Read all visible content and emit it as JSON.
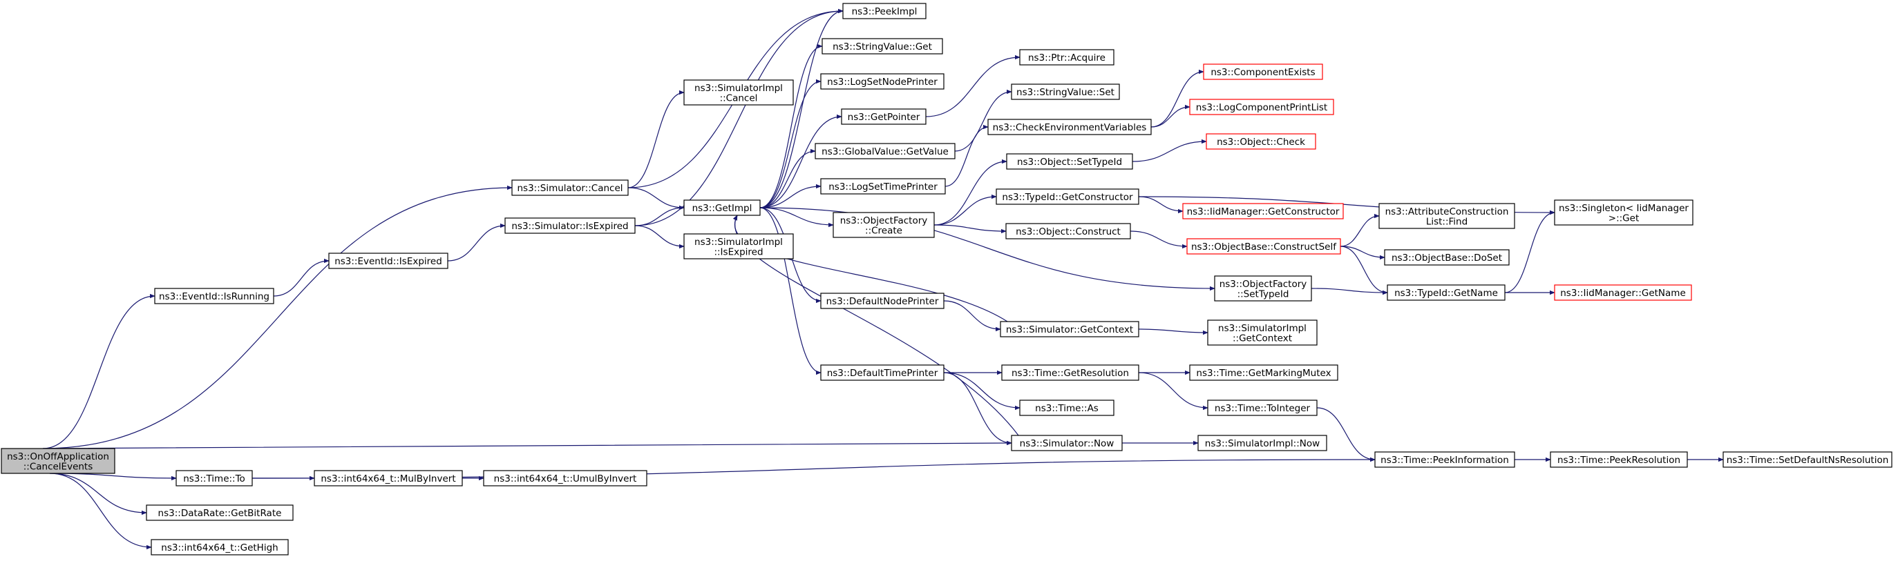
{
  "diagram": {
    "colors": {
      "edge": "#191970",
      "box_border": "#000000",
      "box_border_undocumented": "#ff0000",
      "root_fill": "#bfbfbf",
      "box_fill": "#ffffff"
    },
    "nodes": [
      {
        "id": "root",
        "lines": [
          "ns3::OnOffApplication",
          "::CancelEvents"
        ],
        "kind": "root"
      },
      {
        "id": "evRunning",
        "lines": [
          "ns3::EventId::IsRunning"
        ],
        "kind": "normal"
      },
      {
        "id": "timeTo",
        "lines": [
          "ns3::Time::To"
        ],
        "kind": "normal"
      },
      {
        "id": "getBitRate",
        "lines": [
          "ns3::DataRate::GetBitRate"
        ],
        "kind": "normal"
      },
      {
        "id": "getHigh",
        "lines": [
          "ns3::int64x64_t::GetHigh"
        ],
        "kind": "normal"
      },
      {
        "id": "evExpired",
        "lines": [
          "ns3::EventId::IsExpired"
        ],
        "kind": "normal"
      },
      {
        "id": "simCancel",
        "lines": [
          "ns3::Simulator::Cancel"
        ],
        "kind": "normal"
      },
      {
        "id": "simExpired",
        "lines": [
          "ns3::Simulator::IsExpired"
        ],
        "kind": "normal"
      },
      {
        "id": "mulByInvert",
        "lines": [
          "ns3::int64x64_t::MulByInvert"
        ],
        "kind": "normal"
      },
      {
        "id": "umulByInvert",
        "lines": [
          "ns3::int64x64_t::UmulByInvert"
        ],
        "kind": "normal"
      },
      {
        "id": "simImplCancel",
        "lines": [
          "ns3::SimulatorImpl",
          "::Cancel"
        ],
        "kind": "normal"
      },
      {
        "id": "getImpl",
        "lines": [
          "ns3::GetImpl"
        ],
        "kind": "normal"
      },
      {
        "id": "simImplExpired",
        "lines": [
          "ns3::SimulatorImpl",
          "::IsExpired"
        ],
        "kind": "normal"
      },
      {
        "id": "peekImpl",
        "lines": [
          "ns3::PeekImpl"
        ],
        "kind": "normal"
      },
      {
        "id": "strValGet",
        "lines": [
          "ns3::StringValue::Get"
        ],
        "kind": "normal"
      },
      {
        "id": "logSetNode",
        "lines": [
          "ns3::LogSetNodePrinter"
        ],
        "kind": "normal"
      },
      {
        "id": "getPointer",
        "lines": [
          "ns3::GetPointer"
        ],
        "kind": "normal"
      },
      {
        "id": "gvGetValue",
        "lines": [
          "ns3::GlobalValue::GetValue"
        ],
        "kind": "normal"
      },
      {
        "id": "logSetTime",
        "lines": [
          "ns3::LogSetTimePrinter"
        ],
        "kind": "normal"
      },
      {
        "id": "ofCreate",
        "lines": [
          "ns3::ObjectFactory",
          "::Create"
        ],
        "kind": "normal"
      },
      {
        "id": "defNodePrinter",
        "lines": [
          "ns3::DefaultNodePrinter"
        ],
        "kind": "normal"
      },
      {
        "id": "defTimePrinter",
        "lines": [
          "ns3::DefaultTimePrinter"
        ],
        "kind": "normal"
      },
      {
        "id": "ptrAcquire",
        "lines": [
          "ns3::Ptr::Acquire"
        ],
        "kind": "normal"
      },
      {
        "id": "strValSet",
        "lines": [
          "ns3::StringValue::Set"
        ],
        "kind": "normal"
      },
      {
        "id": "checkEnv",
        "lines": [
          "ns3::CheckEnvironmentVariables"
        ],
        "kind": "normal"
      },
      {
        "id": "objSetTypeId",
        "lines": [
          "ns3::Object::SetTypeId"
        ],
        "kind": "normal"
      },
      {
        "id": "typeIdGetCtor",
        "lines": [
          "ns3::TypeId::GetConstructor"
        ],
        "kind": "normal"
      },
      {
        "id": "objConstruct",
        "lines": [
          "ns3::Object::Construct"
        ],
        "kind": "normal"
      },
      {
        "id": "simGetContext",
        "lines": [
          "ns3::Simulator::GetContext"
        ],
        "kind": "normal"
      },
      {
        "id": "timeGetRes",
        "lines": [
          "ns3::Time::GetResolution"
        ],
        "kind": "normal"
      },
      {
        "id": "timeAs",
        "lines": [
          "ns3::Time::As"
        ],
        "kind": "normal"
      },
      {
        "id": "simNow",
        "lines": [
          "ns3::Simulator::Now"
        ],
        "kind": "normal"
      },
      {
        "id": "compExists",
        "lines": [
          "ns3::ComponentExists"
        ],
        "kind": "undocumented"
      },
      {
        "id": "logCompPrint",
        "lines": [
          "ns3::LogComponentPrintList"
        ],
        "kind": "undocumented"
      },
      {
        "id": "objCheck",
        "lines": [
          "ns3::Object::Check"
        ],
        "kind": "undocumented"
      },
      {
        "id": "iidGetCtor",
        "lines": [
          "ns3::IidManager::GetConstructor"
        ],
        "kind": "undocumented"
      },
      {
        "id": "objBaseConstruct",
        "lines": [
          "ns3::ObjectBase::ConstructSelf"
        ],
        "kind": "undocumented"
      },
      {
        "id": "ofSetTypeId",
        "lines": [
          "ns3::ObjectFactory",
          "::SetTypeId"
        ],
        "kind": "normal"
      },
      {
        "id": "simImplGetContext",
        "lines": [
          "ns3::SimulatorImpl",
          "::GetContext"
        ],
        "kind": "normal"
      },
      {
        "id": "timeGetMarking",
        "lines": [
          "ns3::Time::GetMarkingMutex"
        ],
        "kind": "normal"
      },
      {
        "id": "timeToInteger",
        "lines": [
          "ns3::Time::ToInteger"
        ],
        "kind": "normal"
      },
      {
        "id": "simImplNow",
        "lines": [
          "ns3::SimulatorImpl::Now"
        ],
        "kind": "normal"
      },
      {
        "id": "attrFind",
        "lines": [
          "ns3::AttributeConstruction",
          "List::Find"
        ],
        "kind": "normal"
      },
      {
        "id": "objBaseDoSet",
        "lines": [
          "ns3::ObjectBase::DoSet"
        ],
        "kind": "normal"
      },
      {
        "id": "typeIdGetName",
        "lines": [
          "ns3::TypeId::GetName"
        ],
        "kind": "normal"
      },
      {
        "id": "timePeekInfo",
        "lines": [
          "ns3::Time::PeekInformation"
        ],
        "kind": "normal"
      },
      {
        "id": "singletonGet",
        "lines": [
          "ns3::Singleton< IidManager",
          ">::Get"
        ],
        "kind": "normal"
      },
      {
        "id": "iidGetName",
        "lines": [
          "ns3::IidManager::GetName"
        ],
        "kind": "undocumented"
      },
      {
        "id": "timePeekRes",
        "lines": [
          "ns3::Time::PeekResolution"
        ],
        "kind": "normal"
      },
      {
        "id": "timeSetDefaultNs",
        "lines": [
          "ns3::Time::SetDefaultNsResolution"
        ],
        "kind": "normal"
      }
    ],
    "edges": [
      [
        "root",
        "evRunning"
      ],
      [
        "root",
        "simCancel"
      ],
      [
        "root",
        "simNow"
      ],
      [
        "root",
        "timeTo"
      ],
      [
        "root",
        "getBitRate"
      ],
      [
        "root",
        "getHigh"
      ],
      [
        "evRunning",
        "evExpired"
      ],
      [
        "evExpired",
        "simExpired"
      ],
      [
        "simCancel",
        "simImplCancel"
      ],
      [
        "simCancel",
        "getImpl"
      ],
      [
        "simCancel",
        "peekImpl"
      ],
      [
        "simExpired",
        "getImpl"
      ],
      [
        "simExpired",
        "simImplExpired"
      ],
      [
        "simExpired",
        "peekImpl"
      ],
      [
        "timeTo",
        "mulByInvert"
      ],
      [
        "timeTo",
        "timePeekInfo"
      ],
      [
        "mulByInvert",
        "umulByInvert"
      ],
      [
        "getImpl",
        "peekImpl"
      ],
      [
        "getImpl",
        "strValGet"
      ],
      [
        "getImpl",
        "logSetNode"
      ],
      [
        "getImpl",
        "getPointer"
      ],
      [
        "getImpl",
        "gvGetValue"
      ],
      [
        "getImpl",
        "logSetTime"
      ],
      [
        "getImpl",
        "ofCreate"
      ],
      [
        "getImpl",
        "defNodePrinter"
      ],
      [
        "getImpl",
        "defTimePrinter"
      ],
      [
        "getImpl",
        "ofSetTypeId"
      ],
      [
        "getPointer",
        "ptrAcquire"
      ],
      [
        "gvGetValue",
        "strValSet"
      ],
      [
        "logSetTime",
        "checkEnv"
      ],
      [
        "checkEnv",
        "compExists"
      ],
      [
        "checkEnv",
        "logCompPrint"
      ],
      [
        "ofCreate",
        "objSetTypeId"
      ],
      [
        "ofCreate",
        "typeIdGetCtor"
      ],
      [
        "ofCreate",
        "objConstruct"
      ],
      [
        "objSetTypeId",
        "objCheck"
      ],
      [
        "typeIdGetCtor",
        "iidGetCtor"
      ],
      [
        "typeIdGetCtor",
        "singletonGet"
      ],
      [
        "objConstruct",
        "objBaseConstruct"
      ],
      [
        "objBaseConstruct",
        "attrFind"
      ],
      [
        "objBaseConstruct",
        "objBaseDoSet"
      ],
      [
        "objBaseConstruct",
        "typeIdGetName"
      ],
      [
        "ofSetTypeId",
        "typeIdGetName"
      ],
      [
        "typeIdGetName",
        "singletonGet"
      ],
      [
        "typeIdGetName",
        "iidGetName"
      ],
      [
        "defNodePrinter",
        "simGetContext"
      ],
      [
        "simGetContext",
        "getImpl"
      ],
      [
        "simGetContext",
        "simImplGetContext"
      ],
      [
        "defTimePrinter",
        "timeGetRes"
      ],
      [
        "defTimePrinter",
        "timeAs"
      ],
      [
        "defTimePrinter",
        "simNow"
      ],
      [
        "timeGetRes",
        "timeGetMarking"
      ],
      [
        "timeGetRes",
        "timeToInteger"
      ],
      [
        "timeToInteger",
        "timePeekInfo"
      ],
      [
        "simNow",
        "getImpl"
      ],
      [
        "simNow",
        "simImplNow"
      ],
      [
        "timePeekInfo",
        "timePeekRes"
      ],
      [
        "timePeekRes",
        "timeSetDefaultNs"
      ]
    ]
  }
}
